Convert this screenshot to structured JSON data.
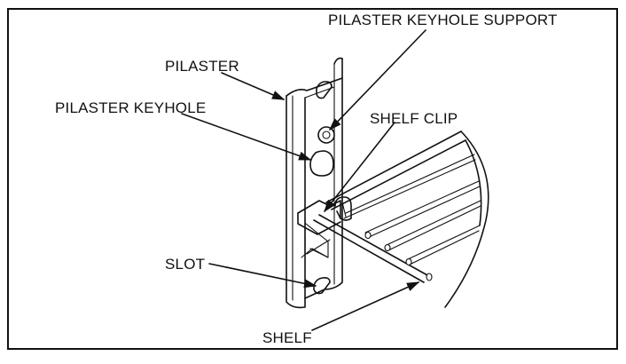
{
  "diagram": {
    "labels": {
      "pilaster_keyhole_support": "PILASTER KEYHOLE SUPPORT",
      "pilaster": "PILASTER",
      "pilaster_keyhole": "PILASTER KEYHOLE",
      "shelf_clip": "SHELF CLIP",
      "slot": "SLOT",
      "shelf": "SHELF"
    },
    "colors": {
      "line": "#111111",
      "background": "#ffffff",
      "frame": "#111111"
    }
  }
}
